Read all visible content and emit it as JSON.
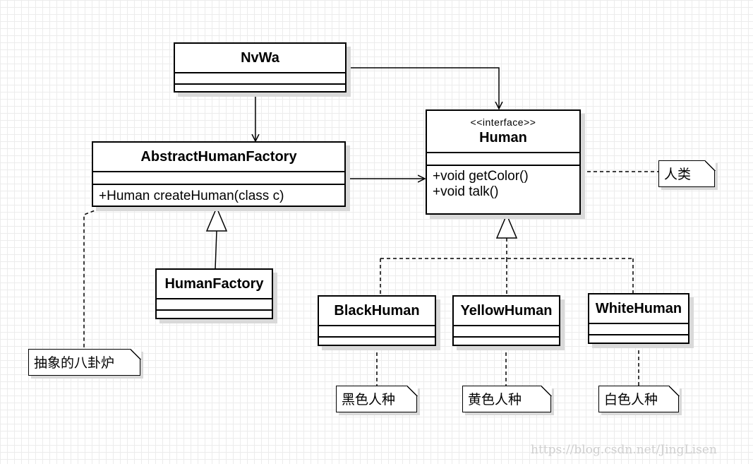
{
  "classes": {
    "nvwa": {
      "name": "NvWa"
    },
    "factory_abstract": {
      "name": "AbstractHumanFactory",
      "ops": [
        "+Human createHuman(class c)"
      ]
    },
    "human": {
      "stereotype": "<<interface>>",
      "name": "Human",
      "ops": [
        "+void getColor()",
        "+void talk()"
      ]
    },
    "human_factory": {
      "name": "HumanFactory"
    },
    "black": {
      "name": "BlackHuman"
    },
    "yellow": {
      "name": "YellowHuman"
    },
    "white": {
      "name": "WhiteHuman"
    }
  },
  "notes": {
    "human": "人类",
    "factory": "抽象的八卦炉",
    "black": "黑色人种",
    "yellow": "黄色人种",
    "white": "白色人种"
  },
  "watermark": "https://blog.csdn.net/JingLisen"
}
